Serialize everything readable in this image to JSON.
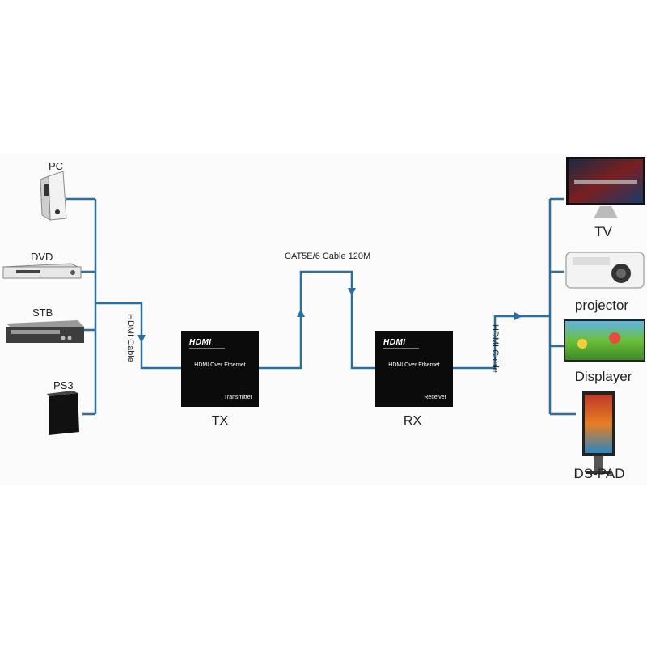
{
  "sources": [
    {
      "label": "PC",
      "icon": "pc-tower-icon"
    },
    {
      "label": "DVD",
      "icon": "dvd-player-icon"
    },
    {
      "label": "STB",
      "icon": "set-top-box-icon"
    },
    {
      "label": "PS3",
      "icon": "ps3-console-icon"
    }
  ],
  "destinations": [
    {
      "label": "TV",
      "icon": "tv-icon"
    },
    {
      "label": "projector",
      "icon": "projector-icon"
    },
    {
      "label": "Displayer",
      "icon": "display-monitor-icon"
    },
    {
      "label": "DS-PAD",
      "icon": "kiosk-stand-icon"
    }
  ],
  "transmitter": {
    "logo": "HDMI",
    "name": "HDMI Over Ethernet",
    "role": "Transmitter",
    "caption": "TX"
  },
  "receiver": {
    "logo": "HDMI",
    "name": "HDMI Over Ethernet",
    "role": "Receiver",
    "caption": "RX"
  },
  "cables": {
    "left": "HDMI Cable",
    "middle": "CAT5E/6 Cable 120M",
    "right": "HDMI Cable"
  },
  "colors": {
    "line": "#2a6fa0",
    "box": "#0b0b0b"
  }
}
